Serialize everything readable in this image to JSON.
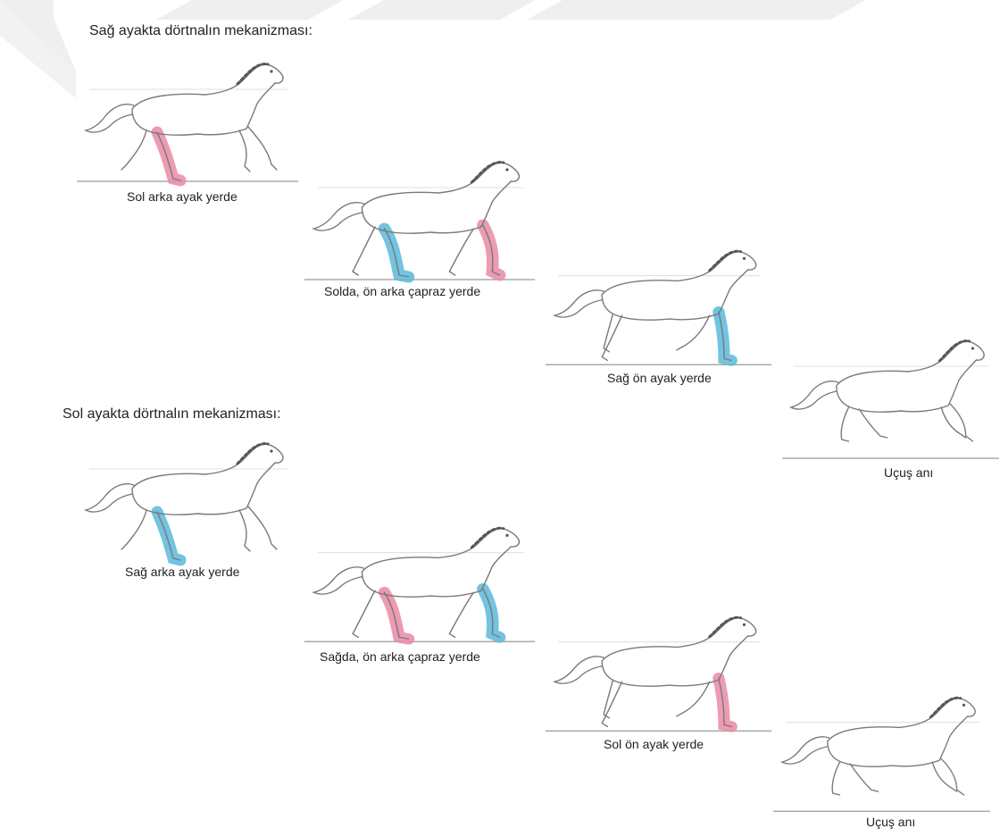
{
  "colors": {
    "background": "#ffffff",
    "outline": "#7a7a7a",
    "mane": "#555555",
    "ground": "#9a9a9a",
    "pink_leg": "#e98aa4",
    "blue_leg": "#5bb8dc",
    "watermark": "#ececec"
  },
  "sections": [
    {
      "title": "Sağ ayakta dörtnalın mekanizması:",
      "frames": [
        {
          "caption": "Sol arka ayak yerde",
          "highlights": [
            "pink"
          ]
        },
        {
          "caption": "Solda, ön arka çapraz yerde",
          "highlights": [
            "blue",
            "pink"
          ]
        },
        {
          "caption": "Sağ ön ayak yerde",
          "highlights": [
            "blue"
          ]
        },
        {
          "caption": "Uçuş anı",
          "highlights": []
        }
      ]
    },
    {
      "title": "Sol ayakta dörtnalın mekanizması:",
      "frames": [
        {
          "caption": "Sağ arka ayak yerde",
          "highlights": [
            "blue"
          ]
        },
        {
          "caption": "Sağda, ön arka çapraz yerde",
          "highlights": [
            "pink",
            "blue"
          ]
        },
        {
          "caption": "Sol ön ayak yerde",
          "highlights": [
            "pink"
          ]
        },
        {
          "caption": "Uçuş anı",
          "highlights": []
        }
      ]
    }
  ]
}
